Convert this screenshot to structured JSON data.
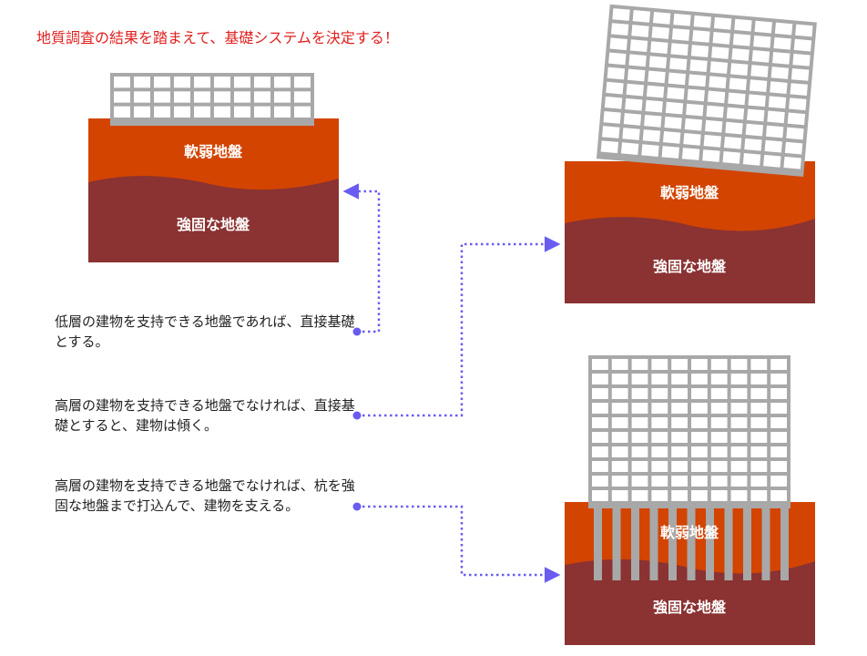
{
  "header": {
    "title": "地質調査の結果を踏まえて、基礎システムを決定する！"
  },
  "labels": {
    "soft_ground": "軟弱地盤",
    "hard_ground": "強固な地盤"
  },
  "descriptions": [
    "低層の建物を支持できる地盤であれば、直接基礎とする。",
    "高層の建物を支持できる地盤でなければ、直接基礎とすると、建物は傾く。",
    "高層の建物を支持できる地盤でなければ、杭を強固な地盤まで打込んで、建物を支える。"
  ],
  "colors": {
    "title": "#e02020",
    "soft_ground": "#d24400",
    "hard_ground": "#8b3232",
    "building": "#a8a8a8",
    "connector": "#6a5cf0"
  }
}
